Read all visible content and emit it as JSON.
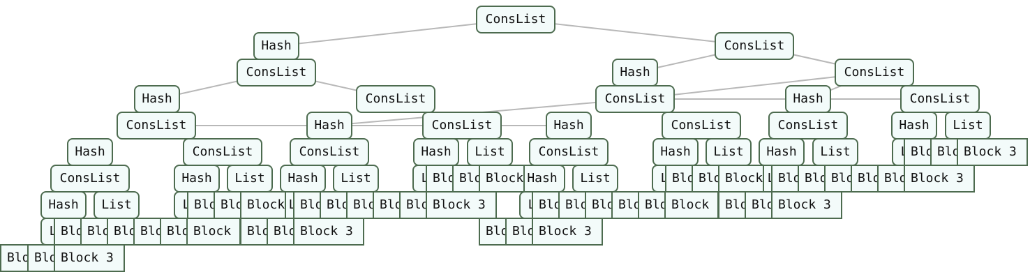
{
  "diagram": {
    "colors": {
      "node_fill": "#f3fbfa",
      "node_border": "#4d6b4f",
      "edge": "#b8b8b8",
      "text": "#111111"
    },
    "edges": [
      [
        "c0",
        "h1"
      ],
      [
        "c0",
        "c1"
      ],
      [
        "c1",
        "h2"
      ],
      [
        "c1",
        "c2"
      ],
      [
        "c2",
        "h3"
      ],
      [
        "c2",
        "c3"
      ],
      [
        "c3",
        "h4"
      ],
      [
        "c3",
        "c4"
      ],
      [
        "h1",
        "c5"
      ],
      [
        "c5",
        "h5"
      ],
      [
        "c5",
        "c6"
      ],
      [
        "h5",
        "c7"
      ],
      [
        "c7",
        "h6"
      ],
      [
        "c7",
        "c8"
      ]
    ],
    "nodes": [
      {
        "id": "c0",
        "label": "ConsList",
        "kind": "cons"
      },
      {
        "id": "h1",
        "label": "Hash",
        "kind": "hash"
      },
      {
        "id": "c1",
        "label": "ConsList",
        "kind": "cons"
      },
      {
        "id": "c5",
        "label": "ConsList",
        "kind": "cons"
      },
      {
        "id": "h2",
        "label": "Hash",
        "kind": "hash"
      },
      {
        "id": "c2",
        "label": "ConsList",
        "kind": "cons"
      },
      {
        "id": "h5",
        "label": "Hash",
        "kind": "hash"
      },
      {
        "id": "c6",
        "label": "ConsList",
        "kind": "cons"
      },
      {
        "id": "c3",
        "label": "ConsList",
        "kind": "cons"
      },
      {
        "id": "c7",
        "label": "ConsList",
        "kind": "cons"
      },
      {
        "id": "h3",
        "label": "Hash",
        "kind": "hash"
      },
      {
        "id": "h4",
        "label": "Hash",
        "kind": "hash"
      },
      {
        "id": "c4",
        "label": "ConsList",
        "kind": "cons"
      },
      {
        "id": "h6",
        "label": "Hash",
        "kind": "hash"
      },
      {
        "id": "c8",
        "label": "ConsList",
        "kind": "cons"
      },
      {
        "id": "h7",
        "label": "Hash",
        "kind": "hash"
      },
      {
        "id": "c9",
        "label": "ConsList",
        "kind": "cons"
      },
      {
        "id": "h8",
        "label": "Hash",
        "kind": "hash"
      },
      {
        "id": "c10",
        "label": "ConsList",
        "kind": "cons"
      },
      {
        "id": "h9",
        "label": "Hash",
        "kind": "hash"
      },
      {
        "id": "c11",
        "label": "ConsList",
        "kind": "cons"
      },
      {
        "id": "h10",
        "label": "Hash",
        "kind": "hash"
      },
      {
        "id": "c12",
        "label": "ConsList",
        "kind": "cons"
      },
      {
        "id": "h11",
        "label": "Hash",
        "kind": "hash"
      },
      {
        "id": "l1",
        "label": "List",
        "kind": "list"
      },
      {
        "id": "h12",
        "label": "Hash",
        "kind": "hash"
      },
      {
        "id": "c13",
        "label": "ConsList",
        "kind": "cons"
      },
      {
        "id": "c14",
        "label": "ConsList",
        "kind": "cons"
      },
      {
        "id": "c15",
        "label": "ConsList",
        "kind": "cons"
      },
      {
        "id": "c16",
        "label": "ConsList",
        "kind": "cons"
      },
      {
        "id": "h13",
        "label": "Hash",
        "kind": "hash"
      },
      {
        "id": "l2",
        "label": "List",
        "kind": "list"
      },
      {
        "id": "h14",
        "label": "Hash",
        "kind": "hash"
      },
      {
        "id": "l3",
        "label": "List",
        "kind": "list"
      },
      {
        "id": "h15",
        "label": "Hash",
        "kind": "hash"
      },
      {
        "id": "l4",
        "label": "List",
        "kind": "list"
      },
      {
        "id": "h16",
        "label": "Hash",
        "kind": "hash"
      },
      {
        "id": "l5",
        "label": "List",
        "kind": "list"
      },
      {
        "id": "h17",
        "label": "Hash",
        "kind": "hash"
      },
      {
        "id": "l6",
        "label": "List",
        "kind": "list"
      },
      {
        "id": "h18",
        "label": "Hash",
        "kind": "hash"
      },
      {
        "id": "l7",
        "label": "List",
        "kind": "list"
      },
      {
        "id": "h19",
        "label": "Hash",
        "kind": "hash"
      },
      {
        "id": "l8",
        "label": "List",
        "kind": "list"
      },
      {
        "id": "s1",
        "label": "L",
        "kind": "list"
      },
      {
        "id": "s2",
        "label": "L",
        "kind": "list"
      },
      {
        "id": "s3",
        "label": "L",
        "kind": "list"
      },
      {
        "id": "s4",
        "label": "L",
        "kind": "list"
      },
      {
        "id": "s5",
        "label": "L",
        "kind": "list"
      },
      {
        "id": "s6",
        "label": "L",
        "kind": "list"
      },
      {
        "id": "s7",
        "label": "L",
        "kind": "list"
      },
      {
        "id": "s8",
        "label": "L",
        "kind": "list"
      },
      {
        "id": "b1",
        "label": "Block 3",
        "kind": "block"
      },
      {
        "id": "b2",
        "label": "Block 3",
        "kind": "block"
      },
      {
        "id": "b3",
        "label": "Block 3",
        "kind": "block"
      },
      {
        "id": "b4",
        "label": "Block 3",
        "kind": "block"
      },
      {
        "id": "b5",
        "label": "Block 3",
        "kind": "block"
      },
      {
        "id": "b6",
        "label": "Block 3",
        "kind": "block"
      },
      {
        "id": "b7",
        "label": "Block 3",
        "kind": "block"
      },
      {
        "id": "b8",
        "label": "Block 3",
        "kind": "block"
      },
      {
        "id": "b9",
        "label": "Block 3",
        "kind": "block"
      },
      {
        "id": "b10",
        "label": "Block 3",
        "kind": "block"
      },
      {
        "id": "b11",
        "label": "Block 3",
        "kind": "block"
      },
      {
        "id": "b12",
        "label": "Block 3",
        "kind": "block"
      },
      {
        "id": "b13",
        "label": "Block 3",
        "kind": "block"
      },
      {
        "id": "b14",
        "label": "Block 3",
        "kind": "block"
      },
      {
        "id": "b15",
        "label": "Block 3",
        "kind": "block"
      },
      {
        "id": "b16",
        "label": "Block 3",
        "kind": "block"
      },
      {
        "id": "b17",
        "label": "Block 3",
        "kind": "block"
      },
      {
        "id": "b18",
        "label": "Block 3",
        "kind": "block"
      },
      {
        "id": "b19",
        "label": "Block 3",
        "kind": "block"
      },
      {
        "id": "b20",
        "label": "Block 3",
        "kind": "block"
      },
      {
        "id": "b21",
        "label": "Block 3",
        "kind": "block"
      },
      {
        "id": "b22",
        "label": "Block 3",
        "kind": "block"
      },
      {
        "id": "b23",
        "label": "Block 3",
        "kind": "block"
      },
      {
        "id": "b24",
        "label": "Block 3",
        "kind": "block"
      },
      {
        "id": "b25",
        "label": "Block 3",
        "kind": "block"
      },
      {
        "id": "b26",
        "label": "Block 3",
        "kind": "block"
      },
      {
        "id": "b27",
        "label": "Block 3",
        "kind": "block"
      },
      {
        "id": "b28",
        "label": "Block 3",
        "kind": "block"
      },
      {
        "id": "b29",
        "label": "Block 3",
        "kind": "block"
      },
      {
        "id": "b30",
        "label": "Block 3",
        "kind": "block"
      },
      {
        "id": "b31",
        "label": "Block 3",
        "kind": "block"
      },
      {
        "id": "b32",
        "label": "Block 3",
        "kind": "block"
      },
      {
        "id": "b33",
        "label": "Block 3",
        "kind": "block"
      },
      {
        "id": "b34",
        "label": "Block 3",
        "kind": "block"
      },
      {
        "id": "b35",
        "label": "Block 3",
        "kind": "block"
      },
      {
        "id": "b36",
        "label": "Block 3",
        "kind": "block"
      },
      {
        "id": "b37",
        "label": "Block 3",
        "kind": "block"
      },
      {
        "id": "b38",
        "label": "Block 3",
        "kind": "block"
      },
      {
        "id": "b39",
        "label": "Block 3",
        "kind": "block"
      },
      {
        "id": "b40",
        "label": "Block 3",
        "kind": "block"
      },
      {
        "id": "b41",
        "label": "Block 3",
        "kind": "block"
      },
      {
        "id": "b42",
        "label": "Block 3",
        "kind": "block"
      },
      {
        "id": "b43",
        "label": "Block 3",
        "kind": "block"
      },
      {
        "id": "b44",
        "label": "Block 3",
        "kind": "block"
      },
      {
        "id": "b45",
        "label": "Block 3",
        "kind": "block"
      },
      {
        "id": "b46",
        "label": "Block 3",
        "kind": "block"
      },
      {
        "id": "b47",
        "label": "Block 3",
        "kind": "block"
      },
      {
        "id": "b48",
        "label": "Block 3",
        "kind": "block"
      }
    ]
  }
}
